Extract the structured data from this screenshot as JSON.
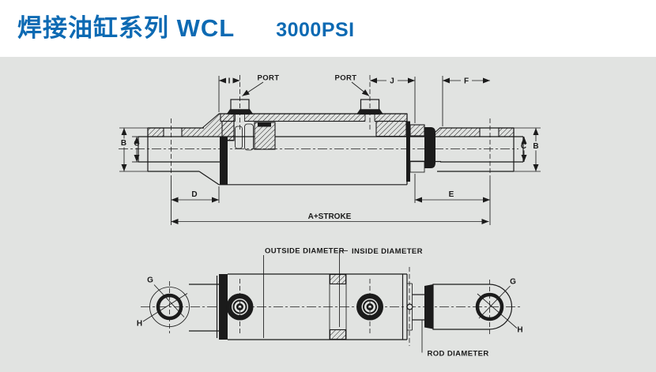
{
  "header": {
    "title": "焊接油缸系列 WCL",
    "pressure": "3000PSI"
  },
  "colors": {
    "accent_blue": "#0d6ab3",
    "drawing_background": "#e1e3e1",
    "header_background": "#ffffff",
    "line": "#1b1b1b"
  },
  "side_view": {
    "label_port_left": "PORT",
    "label_port_right": "PORT",
    "dim_i": "I",
    "dim_j": "J",
    "dim_f": "F",
    "dim_b_left": "B",
    "dim_c_left": "C",
    "dim_c_right": "C",
    "dim_b_right": "B",
    "dim_d": "D",
    "dim_e": "E",
    "dim_a_stroke": "A+STROKE"
  },
  "plan_view": {
    "label_outside_diameter": "OUTSIDE DIAMETER",
    "label_inside_diameter": "INSIDE DIAMETER",
    "label_rod_diameter": "ROD DIAMETER",
    "dim_g_left": "G",
    "dim_h_left": "H",
    "dim_g_right": "G",
    "dim_h_right": "H"
  }
}
